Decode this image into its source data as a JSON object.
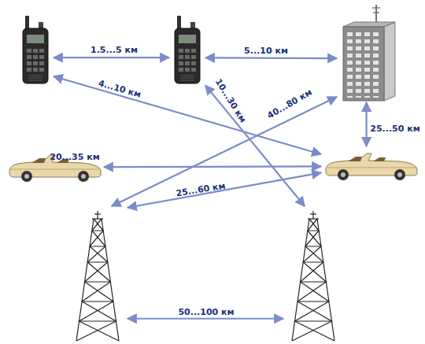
{
  "diagram": {
    "nodes": [
      {
        "text": []
      },
      {
        "text": []
      },
      {
        "text": []
      },
      {
        "text": []
      },
      {
        "text": []
      },
      {
        "text": []
      },
      {
        "text": []
      }
    ],
    "edges": [
      {
        "from": 0,
        "to": 1,
        "label": "1.5...5 км",
        "arrow": "both"
      },
      {
        "from": 1,
        "to": 2,
        "label": "5...10 км",
        "arrow": "both"
      },
      {
        "from": 0,
        "to": 4,
        "label": "4...10 км",
        "arrow": "both"
      },
      {
        "from": 1,
        "to": 6,
        "label": "10...30 км",
        "arrow": "both"
      },
      {
        "from": 2,
        "to": 5,
        "label": "40...80 км",
        "arrow": "both"
      },
      {
        "from": 2,
        "to": 4,
        "label": "25...50 км",
        "arrow": "both"
      },
      {
        "from": 3,
        "to": 4,
        "label": "20...35 км",
        "arrow": "both"
      },
      {
        "from": 5,
        "to": 4,
        "label": "25...60 км",
        "arrow": "both"
      },
      {
        "from": 5,
        "to": 6,
        "label": "50...100 км",
        "arrow": "both"
      }
    ]
  }
}
